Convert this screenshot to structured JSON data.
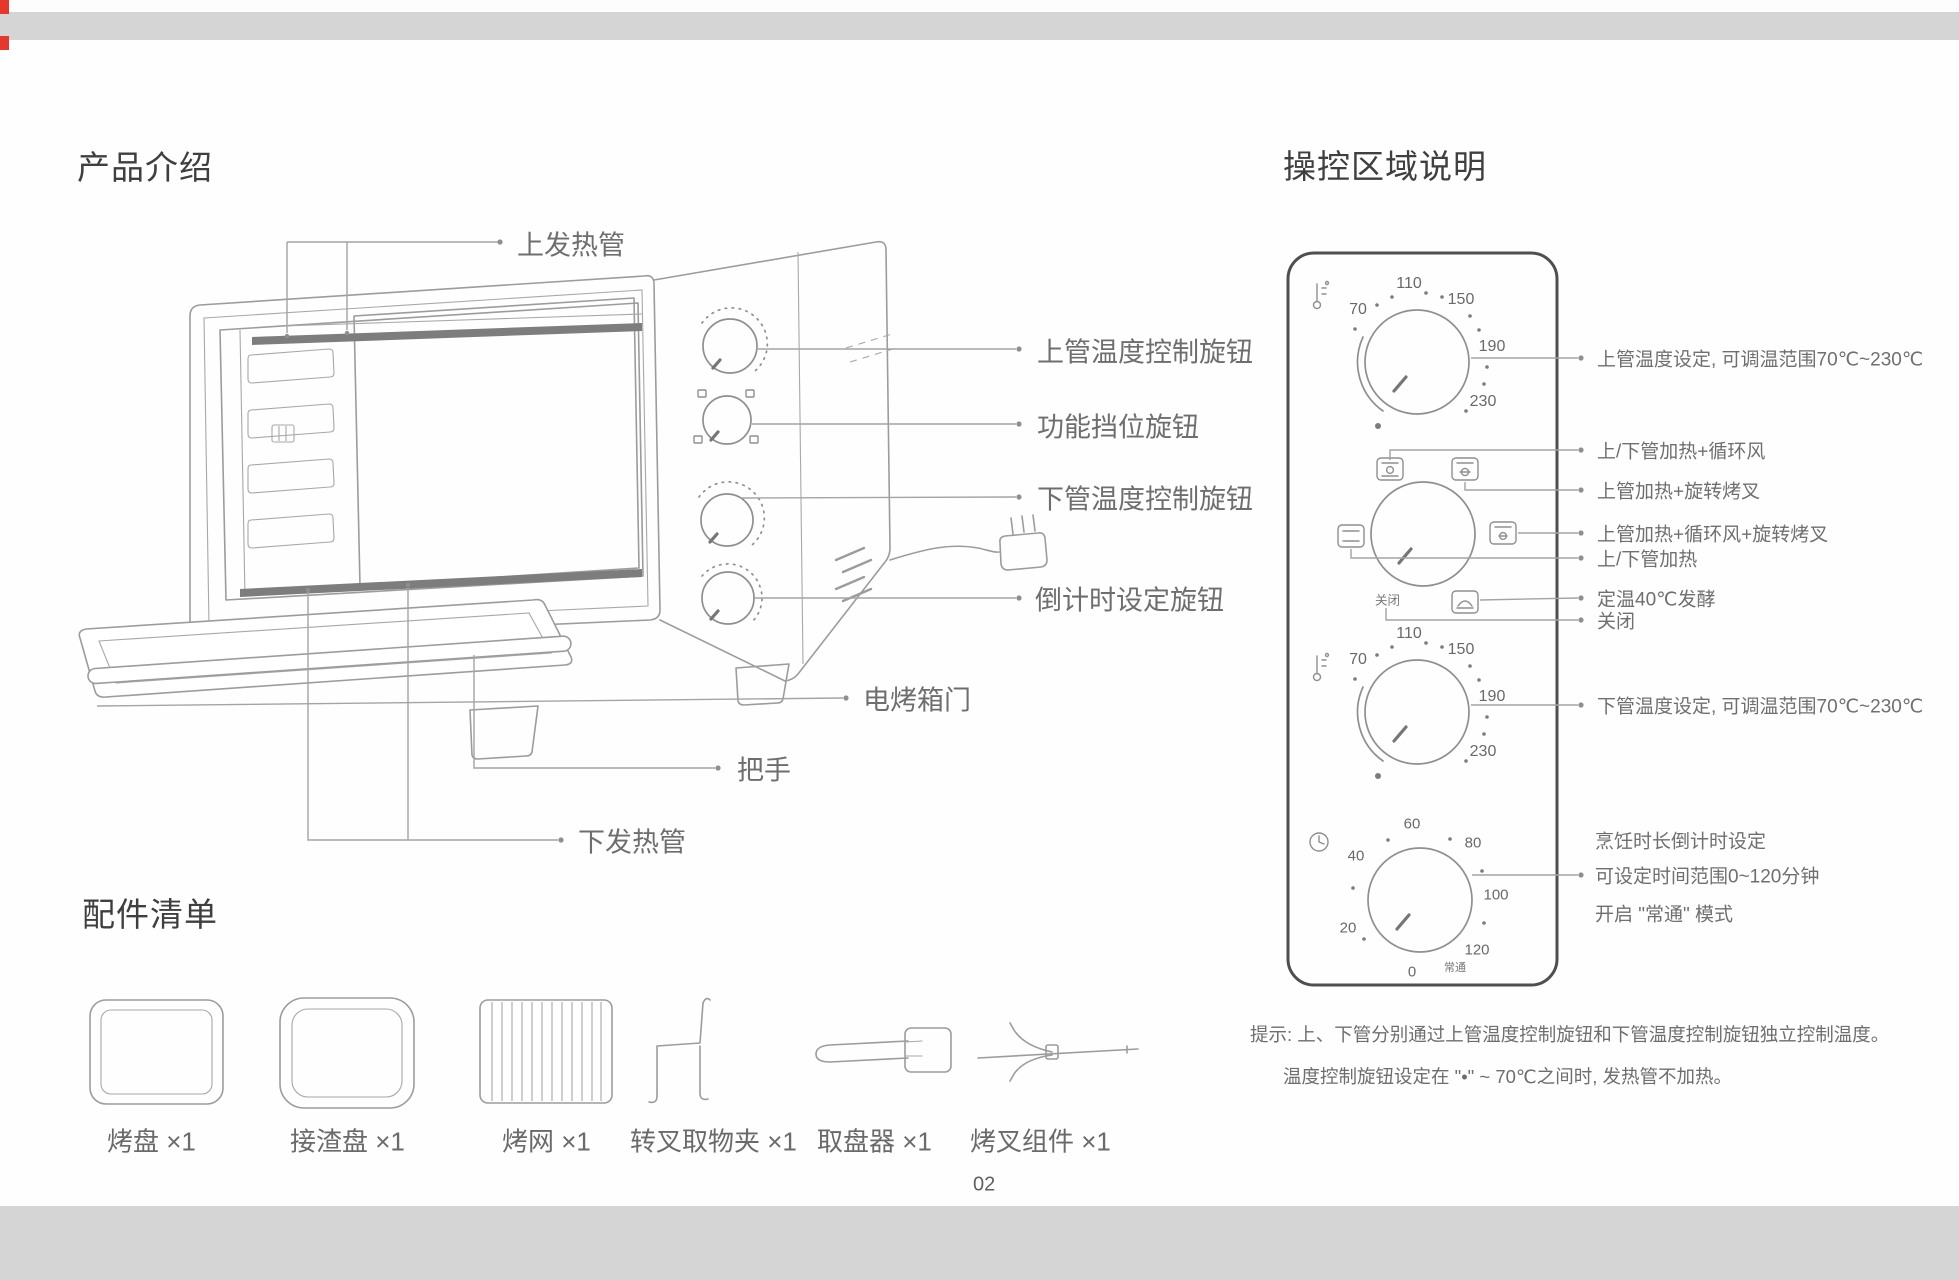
{
  "page": {
    "number": "02"
  },
  "intro": {
    "title": "产品介绍",
    "labels": {
      "upper_tube": "上发热管",
      "upper_temp_knob": "上管温度控制旋钮",
      "function_knob": "功能挡位旋钮",
      "lower_temp_knob": "下管温度控制旋钮",
      "timer_knob": "倒计时设定旋钮",
      "door": "电烤箱门",
      "handle": "把手",
      "lower_tube": "下发热管"
    }
  },
  "accessories": {
    "title": "配件清单",
    "items": [
      {
        "label": "烤盘 ×1"
      },
      {
        "label": "接渣盘 ×1"
      },
      {
        "label": "烤网 ×1"
      },
      {
        "label": "转叉取物夹 ×1"
      },
      {
        "label": "取盘器 ×1"
      },
      {
        "label": "烤叉组件 ×1"
      }
    ]
  },
  "controls": {
    "title": "操控区域说明",
    "temp_scale": [
      "70",
      "110",
      "150",
      "190",
      "230"
    ],
    "timer_scale": [
      "0",
      "20",
      "40",
      "60",
      "80",
      "100",
      "120"
    ],
    "panel_off": "关闭",
    "panel_always_on": "常通",
    "annotations": {
      "upper_temp": "上管温度设定, 可调温范围70℃~230℃",
      "mode_fan": "上/下管加热+循环风",
      "mode_rotisserie": "上管加热+旋转烤叉",
      "mode_fan_rotisserie": "上管加热+循环风+旋转烤叉",
      "mode_both": "上/下管加热",
      "mode_ferment": "定温40℃发酵",
      "mode_off": "关闭",
      "lower_temp": "下管温度设定, 可调温范围70℃~230℃",
      "timer_1": "烹饪时长倒计时设定",
      "timer_2": "可设定时间范围0~120分钟",
      "timer_3": "开启 \"常通\" 模式"
    },
    "note_1": "提示: 上、下管分别通过上管温度控制旋钮和下管温度控制旋钮独立控制温度。",
    "note_2": "温度控制旋钮设定在 \"•\" ~ 70℃之间时, 发热管不加热。"
  }
}
